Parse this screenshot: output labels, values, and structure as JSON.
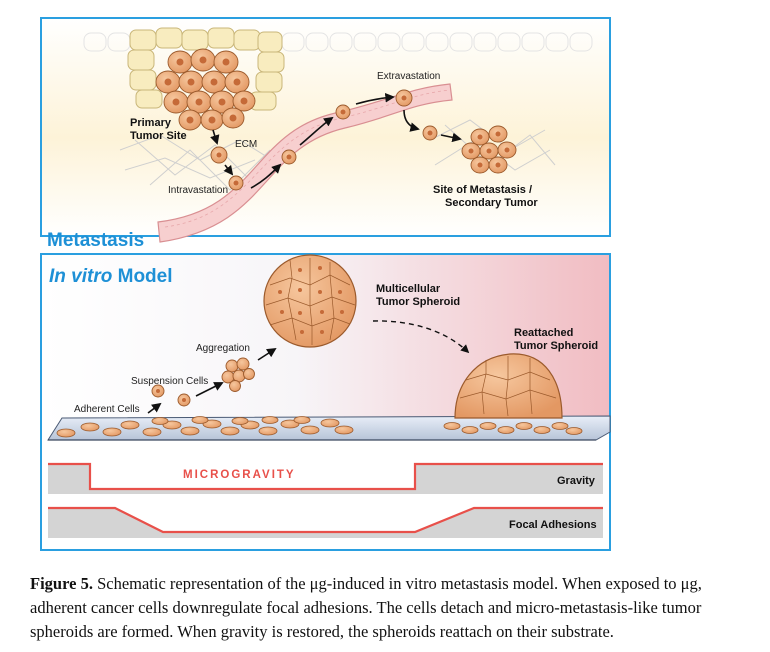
{
  "metastasis": {
    "title": "Metastasis",
    "primary_tumor_line1": "Primary",
    "primary_tumor_line2": "Tumor Site",
    "ecm": "ECM",
    "intravastation": "Intravastation",
    "extravastation": "Extravastation",
    "site_line1": "Site of Metastasis /",
    "site_line2": "Secondary Tumor"
  },
  "invitro": {
    "title_italic": "In vitro",
    "title_rest": " Model",
    "adherent": "Adherent Cells",
    "suspension": "Suspension Cells",
    "aggregation": "Aggregation",
    "spheroid_line1": "Multicellular",
    "spheroid_line2": "Tumor Spheroid",
    "reattached_line1": "Reattached",
    "reattached_line2": "Tumor Spheroid"
  },
  "tracks": {
    "microgravity": "MICROGRAVITY",
    "gravity": "Gravity",
    "focal": "Focal Adhesions"
  },
  "caption": {
    "label": "Figure 5.",
    "text": " Schematic representation of the μg-induced in vitro metastasis model. When exposed to μg, adherent cancer cells downregulate focal adhesions. The cells detach and micro-metastasis-like tumor spheroids are formed. When gravity is restored, the spheroids reattach on their substrate."
  },
  "colors": {
    "frame": "#2a9fe0",
    "cell": "#e8a070",
    "cell_nucleus": "#c56a38",
    "vessel": "#f6c9c9",
    "track_line": "#e8504a",
    "track_bg": "#d4d4d4"
  }
}
